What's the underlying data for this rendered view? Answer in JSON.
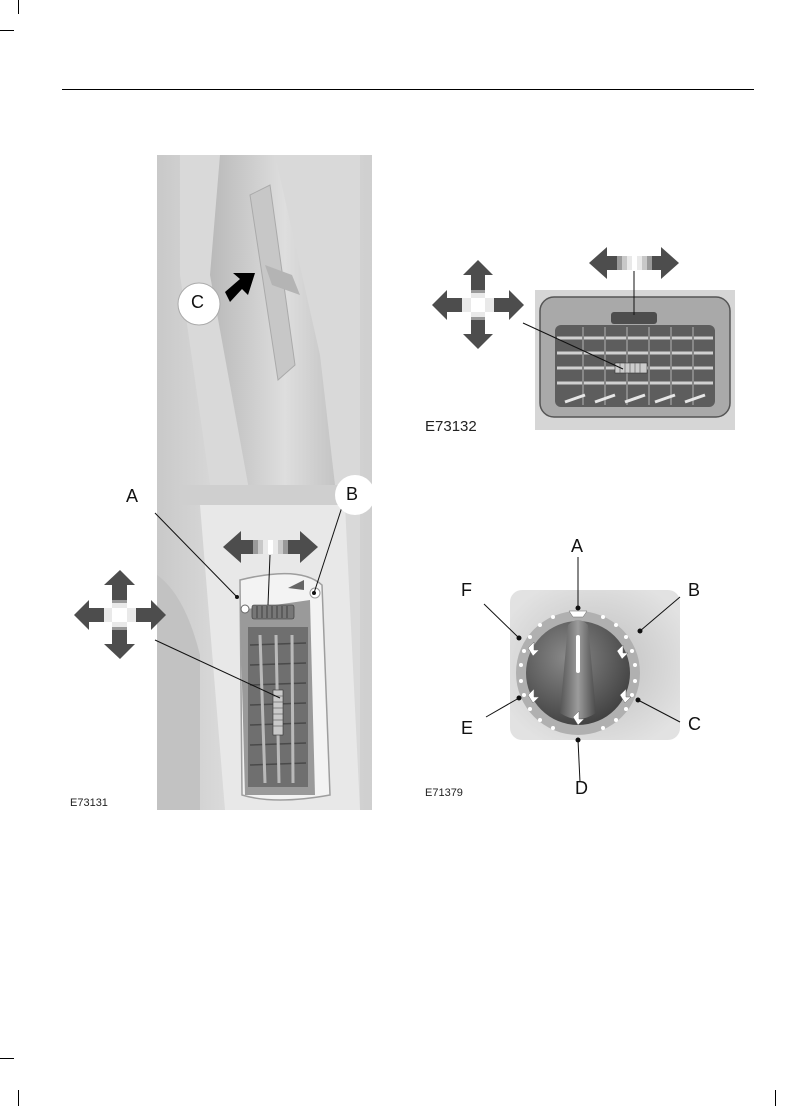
{
  "figure1": {
    "code": "E73131",
    "labels": {
      "a": "A",
      "b": "B",
      "c": "C"
    }
  },
  "figure2": {
    "code": "E73132"
  },
  "figure3": {
    "code": "E71379",
    "labels": {
      "a": "A",
      "b": "B",
      "c": "C",
      "d": "D",
      "e": "E",
      "f": "F"
    }
  }
}
